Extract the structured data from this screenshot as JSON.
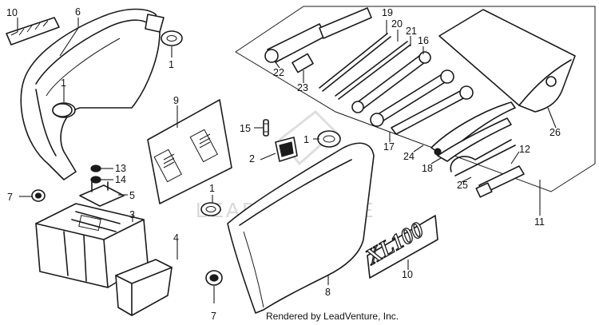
{
  "watermark": "LEADVENTURE",
  "footer": "Rendered by LeadVenture, Inc.",
  "callouts": {
    "c10a": "10",
    "c6": "6",
    "c1a": "1",
    "c1b": "1",
    "c9": "9",
    "c13": "13",
    "c14": "14",
    "c7a": "7",
    "c5": "5",
    "c3": "3",
    "c4": "4",
    "c15": "15",
    "c2": "2",
    "c1c": "1",
    "c1d": "1",
    "c8": "8",
    "c7b": "7",
    "c19": "19",
    "c20": "20",
    "c21": "21",
    "c16": "16",
    "c22": "22",
    "c23": "23",
    "c17": "17",
    "c24": "24",
    "c18": "18",
    "c12": "12",
    "c25": "25",
    "c26": "26",
    "c11": "11",
    "c10b": "10"
  },
  "emblem_text": "XL100"
}
